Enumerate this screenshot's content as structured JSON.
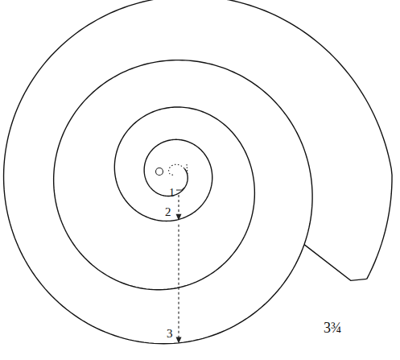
{
  "diagram": {
    "labels": [
      "1",
      "2",
      "3",
      "3¾"
    ]
  }
}
